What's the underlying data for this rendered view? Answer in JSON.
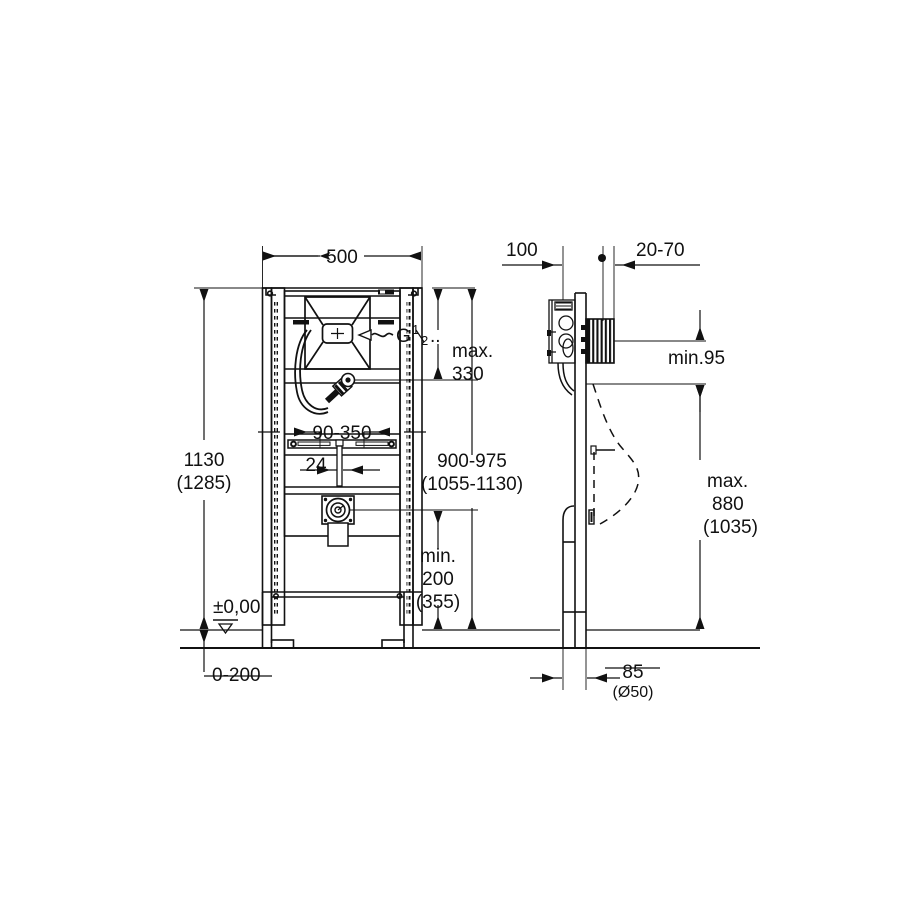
{
  "drawing": {
    "kind": "technical-dimension-drawing",
    "subject": "Urinal installation frame element",
    "views": [
      {
        "name": "front-view",
        "position": "left"
      },
      {
        "name": "side-view",
        "position": "right"
      }
    ],
    "line_color": "#111111",
    "background_color": "#ffffff"
  },
  "front_view": {
    "dimensions": {
      "width_top": "500",
      "height_main": "1130",
      "height_alt": "(1285)",
      "bracket_range": "90-350",
      "small_offset": "24",
      "floor_level": "±0,00",
      "floor_adjust": "0-200"
    }
  },
  "center_dimensions": {
    "max_label": "max.",
    "max_value": "330",
    "main_value": "900-975",
    "main_alt": "(1055-1130)",
    "min_label": "min.",
    "min_value": "200",
    "min_alt": "(355)"
  },
  "connection": {
    "thread_label": "G",
    "thread_size_num": "1",
    "thread_size_den": "2",
    "thread_trailing": "..",
    "symbol": "water-supply-arrow-icon"
  },
  "side_view": {
    "dimensions": {
      "depth_front": "100",
      "depth_range": "20-70",
      "min_projection": "min.95",
      "max_label": "max.",
      "max_value": "880",
      "max_alt": "(1035)",
      "outlet_offset": "85",
      "outlet_diameter": "(Ø50)"
    }
  }
}
